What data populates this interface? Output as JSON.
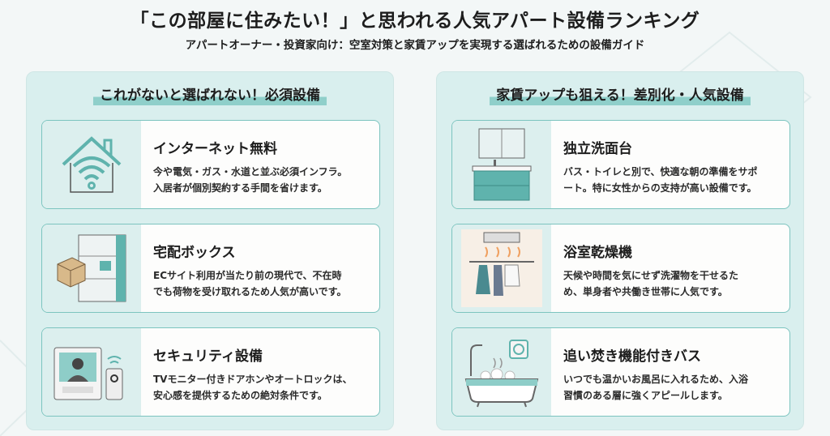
{
  "title": "「この部屋に住みたい！」と思われる人気アパート設備ランキング",
  "subtitle": "アパートオーナー・投資家向け：空室対策と家賃アップを実現する選ばれるための設備ガイド",
  "colors": {
    "accent": "#5fb3ad",
    "panel": "#d9efee",
    "card_border": "#7cc4bf"
  },
  "sections": [
    {
      "heading": "これがないと選ばれない！必須設備",
      "items": [
        {
          "icon": "house-wifi-icon",
          "title": "インターネット無料",
          "lines": [
            "今や電気・ガス・水道と並ぶ必須インフラ。",
            "入居者が個別契約する手間を省けます。"
          ]
        },
        {
          "icon": "delivery-box-icon",
          "title": "宅配ボックス",
          "lines": [
            "ECサイト利用が当たり前の現代で、不在時",
            "でも荷物を受け取れるため人気が高いです。"
          ]
        },
        {
          "icon": "intercom-icon",
          "title": "セキュリティ設備",
          "lines": [
            "TVモニター付きドアホンやオートロックは、",
            "安心感を提供するための絶対条件です。"
          ]
        }
      ]
    },
    {
      "heading": "家賃アップも狙える！差別化・人気設備",
      "items": [
        {
          "icon": "vanity-sink-icon",
          "title": "独立洗面台",
          "lines": [
            "バス・トイレと別で、快適な朝の準備をサポ",
            "ート。特に女性からの支持が高い設備です。"
          ]
        },
        {
          "icon": "bathroom-dryer-icon",
          "title": "浴室乾燥機",
          "lines": [
            "天候や時間を気にせず洗濯物を干せるた",
            "め、単身者や共働き世帯に人気です。"
          ]
        },
        {
          "icon": "reheat-bath-icon",
          "title": "追い焚き機能付きバス",
          "lines": [
            "いつでも温かいお風呂に入れるため、入浴",
            "習慣のある層に強くアピールします。"
          ]
        }
      ]
    }
  ]
}
